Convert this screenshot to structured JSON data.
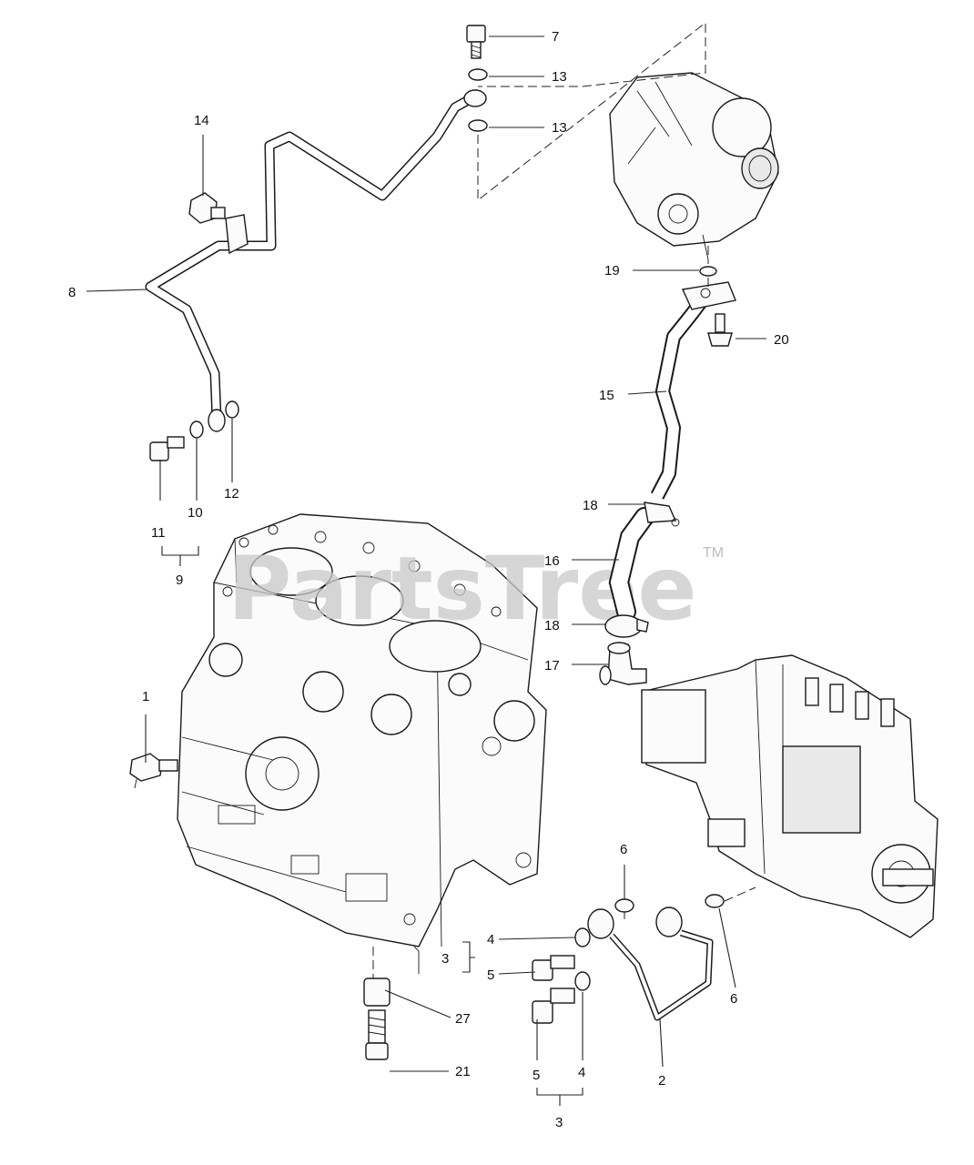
{
  "watermark": {
    "text": "PartsTree",
    "trademark": "TM"
  },
  "callouts": {
    "c1": "1",
    "c2": "2",
    "c3a": "3",
    "c3b": "3",
    "c4a": "4",
    "c4b": "4",
    "c5a": "5",
    "c5b": "5",
    "c6a": "6",
    "c6b": "6",
    "c7": "7",
    "c8": "8",
    "c9": "9",
    "c10": "10",
    "c11": "11",
    "c12": "12",
    "c13a": "13",
    "c13b": "13",
    "c14": "14",
    "c15": "15",
    "c16": "16",
    "c17": "17",
    "c18a": "18",
    "c18b": "18",
    "c19": "19",
    "c20": "20",
    "c21": "21",
    "c27": "27"
  }
}
